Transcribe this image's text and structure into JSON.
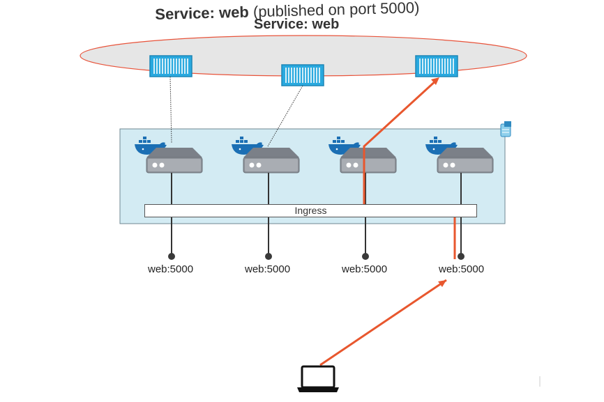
{
  "title": {
    "main": "Service: web",
    "suffix": "(published on port 5000)",
    "overlay": "Service: web"
  },
  "ingress_label": "Ingress",
  "nodes": [
    {
      "port_label": "web:5000"
    },
    {
      "port_label": "web:5000"
    },
    {
      "port_label": "web:5000"
    },
    {
      "port_label": "web:5000"
    }
  ],
  "colors": {
    "ellipse_fill": "#e6e6e6",
    "ellipse_stroke": "#e8533a",
    "container_blue": "#29a9df",
    "swarm_fill": "#d3ebf3",
    "route_orange": "#e8572e",
    "server_gray": "#868b92",
    "whale_blue": "#1b6fb4"
  },
  "icons": [
    "container-icon",
    "docker-whale-icon",
    "server-icon",
    "laptop-icon",
    "swarm-icon"
  ]
}
